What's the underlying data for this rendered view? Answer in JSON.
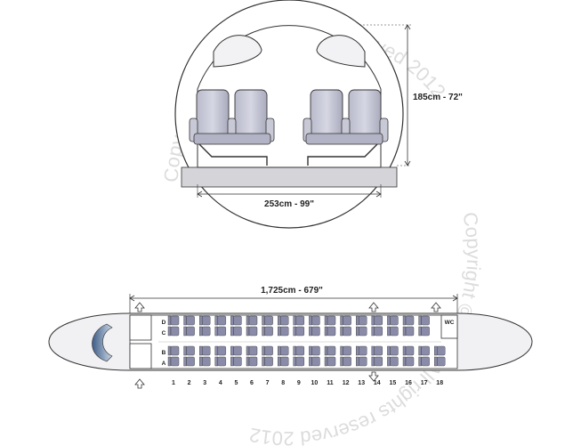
{
  "cross_section": {
    "height_label": "185cm - 72\"",
    "width_label": "253cm - 99\""
  },
  "seatmap": {
    "length_label": "1,725cm - 679\"",
    "row_labels": [
      "D",
      "C",
      "B",
      "A"
    ],
    "row_numbers": [
      "1",
      "2",
      "3",
      "4",
      "5",
      "6",
      "7",
      "8",
      "9",
      "10",
      "11",
      "12",
      "13",
      "14",
      "15",
      "16",
      "17",
      "18"
    ],
    "lavatory_label": "WC",
    "seat_color": "#8a8ba8",
    "fuselage_color": "#f1f1f4"
  },
  "watermark": {
    "text_top": "Copyright © ACS All rights reserved 2012",
    "text_bottom": "Copyright © ACS All rights reserved 2012"
  }
}
